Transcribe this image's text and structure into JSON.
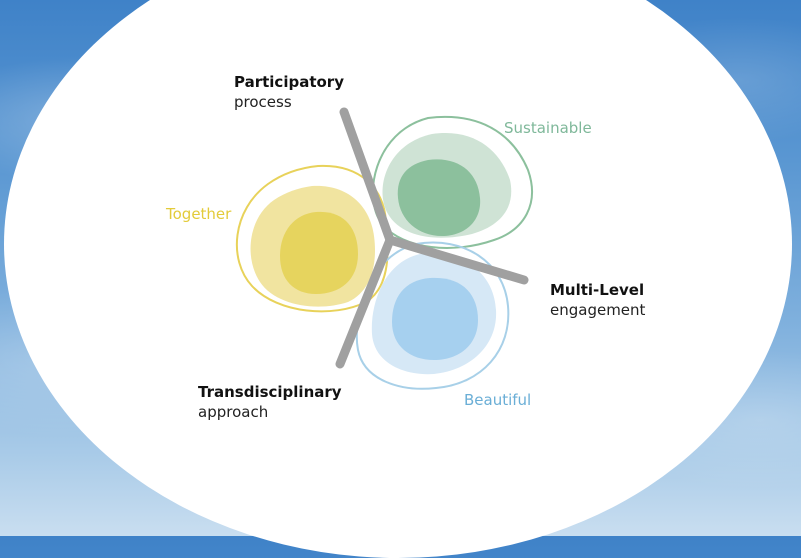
{
  "dimensions": [
    {
      "title": "Participatory",
      "subtitle": "process"
    },
    {
      "title": "Multi-Level",
      "subtitle": "engagement"
    },
    {
      "title": "Transdisciplinary",
      "subtitle": "approach"
    }
  ],
  "values": [
    {
      "label": "Sustainable",
      "color": "#7fb89a"
    },
    {
      "label": "Together",
      "color": "#e3cb3a"
    },
    {
      "label": "Beautiful",
      "color": "#6aaed6"
    }
  ],
  "colors": {
    "divider": "#a0a0a0",
    "sustainable_fill_light": "#cfe3d5",
    "sustainable_fill_dark": "#8cc09d",
    "together_fill_light": "#f1e4a0",
    "together_fill_dark": "#e6d45e",
    "beautiful_fill_light": "#d6e8f6",
    "beautiful_fill_dark": "#a6d0ef"
  }
}
